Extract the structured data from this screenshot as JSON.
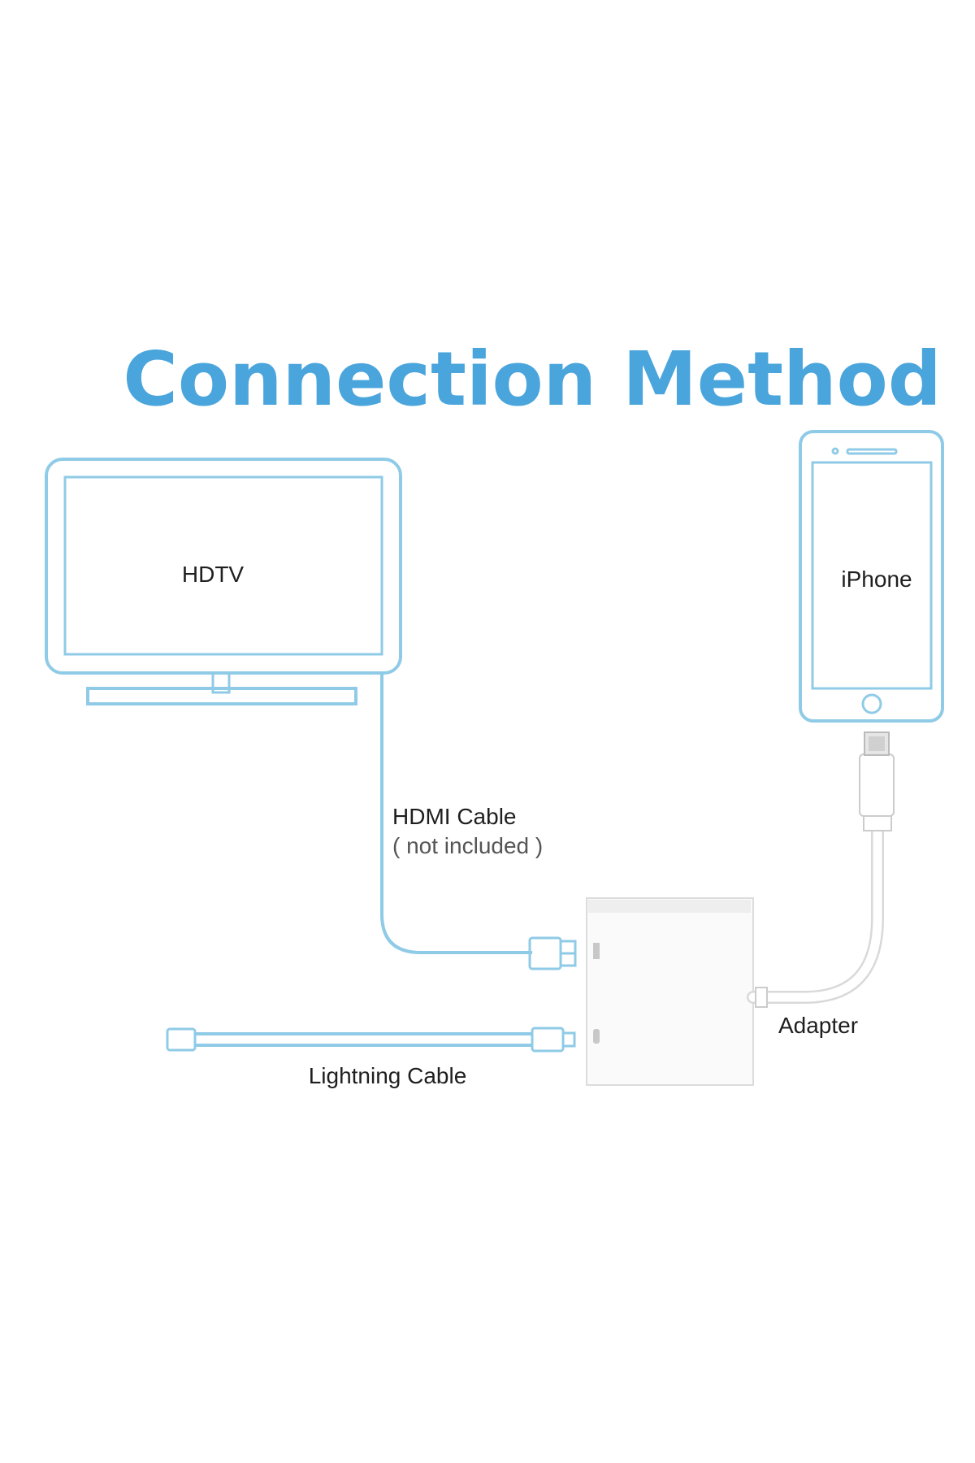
{
  "title": "Connection Method",
  "colors": {
    "title": "#4aa5dc",
    "outline": "#8fcbe6",
    "text": "#1f1f1f",
    "adapter": "#ffffff"
  },
  "labels": {
    "hdtv": "HDTV",
    "iphone": "iPhone",
    "hdmi_cable": "HDMI Cable",
    "hdmi_note": "( not included )",
    "adapter": "Adapter",
    "lightning_cable": "Lightning Cable"
  },
  "icons": {
    "tv": "tv-icon",
    "phone": "phone-icon",
    "adapter": "adapter-icon",
    "hdmi_plug": "hdmi-plug-icon",
    "lightning_plug": "lightning-plug-icon"
  }
}
